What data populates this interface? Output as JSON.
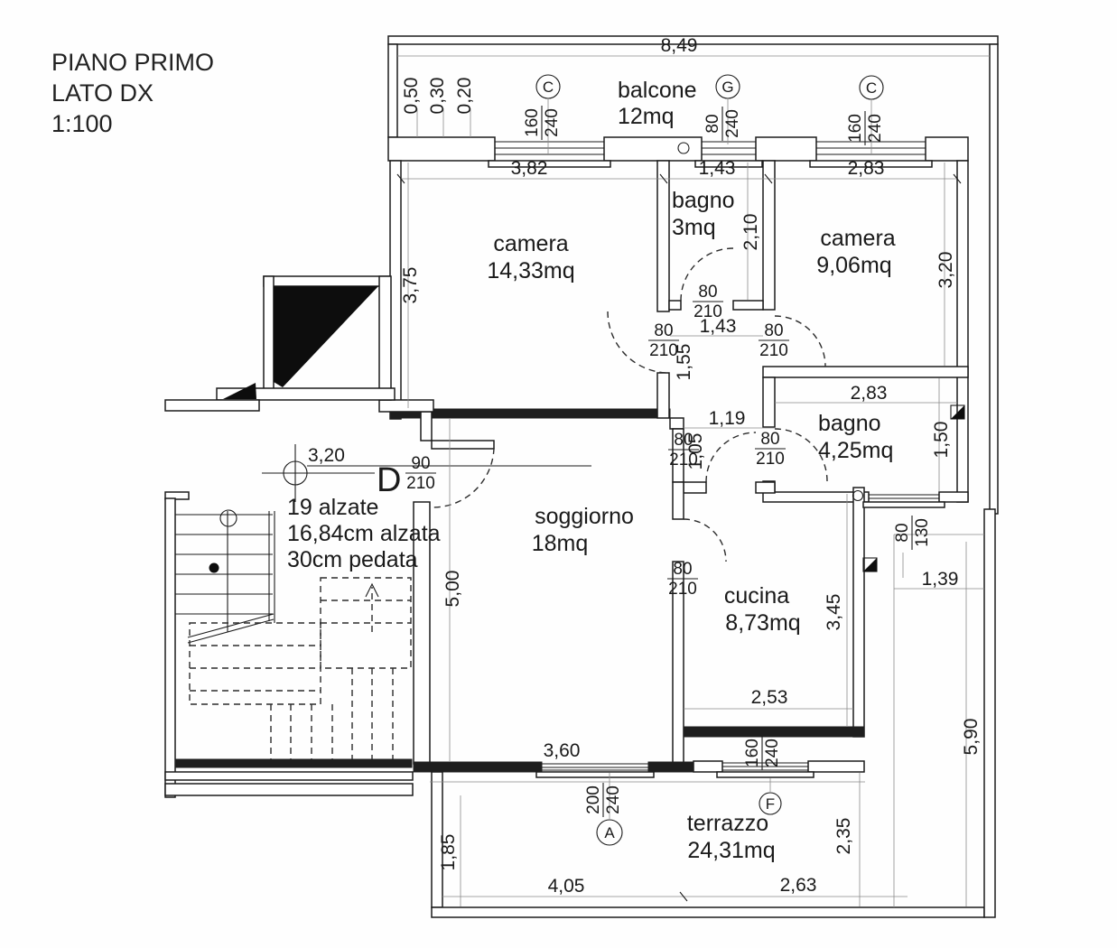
{
  "title": {
    "line1": "PIANO PRIMO",
    "line2": "LATO DX",
    "line3": "1:100"
  },
  "rooms": {
    "balcone": {
      "name": "balcone",
      "area": "12mq"
    },
    "camera1": {
      "name": "camera",
      "area": "14,33mq"
    },
    "bagno1": {
      "name": "bagno",
      "area": "3mq"
    },
    "camera2": {
      "name": "camera",
      "area": "9,06mq"
    },
    "bagno2": {
      "name": "bagno",
      "area": "4,25mq"
    },
    "soggiorno": {
      "name": "soggiorno",
      "area": "18mq"
    },
    "cucina": {
      "name": "cucina",
      "area": "8,73mq"
    },
    "terrazzo": {
      "name": "terrazzo",
      "area": "24,31mq"
    }
  },
  "stairs": {
    "line1": "19 alzate",
    "line2": "16,84cm alzata",
    "line3": "30cm pedata",
    "level": "3,20"
  },
  "door_sizes": {
    "standard": {
      "num": "80",
      "den": "210"
    },
    "entrance": {
      "num": "90",
      "den": "210"
    },
    "entrance_letter": "D"
  },
  "window_sizes": {
    "s160_240": {
      "num": "160",
      "den": "240"
    },
    "s80_240": {
      "num": "80",
      "den": "240"
    },
    "s200_240": {
      "num": "200",
      "den": "240"
    },
    "s80_130": {
      "num": "80",
      "den": "130"
    }
  },
  "window_letters": {
    "c": "C",
    "g": "G",
    "a": "A",
    "f": "F"
  },
  "dims": {
    "balcone_len": "8,49",
    "offset1": "0,50",
    "offset2": "0,30",
    "offset3": "0,20",
    "camera1_w": "3,82",
    "bagno1_w": "1,43",
    "camera2_w": "2,83",
    "camera1_h": "3,75",
    "bagno1_h": "2,10",
    "camera2_h": "3,20",
    "hall_w": "1,43",
    "hall_h": "1,55",
    "hall_w2": "1,19",
    "hall_h2": "1,05",
    "bagno2_w": "2,83",
    "bagno2_h": "1,50",
    "soggiorno_h": "5,00",
    "soggiorno_w": "3,60",
    "cucina_h": "3,45",
    "cucina_w": "2,53",
    "strip_w": "1,39",
    "strip_h": "5,90",
    "terrazzo_h1": "1,85",
    "terrazzo_w1": "4,05",
    "terrazzo_w2": "2,63",
    "terrazzo_h2": "2,35"
  }
}
